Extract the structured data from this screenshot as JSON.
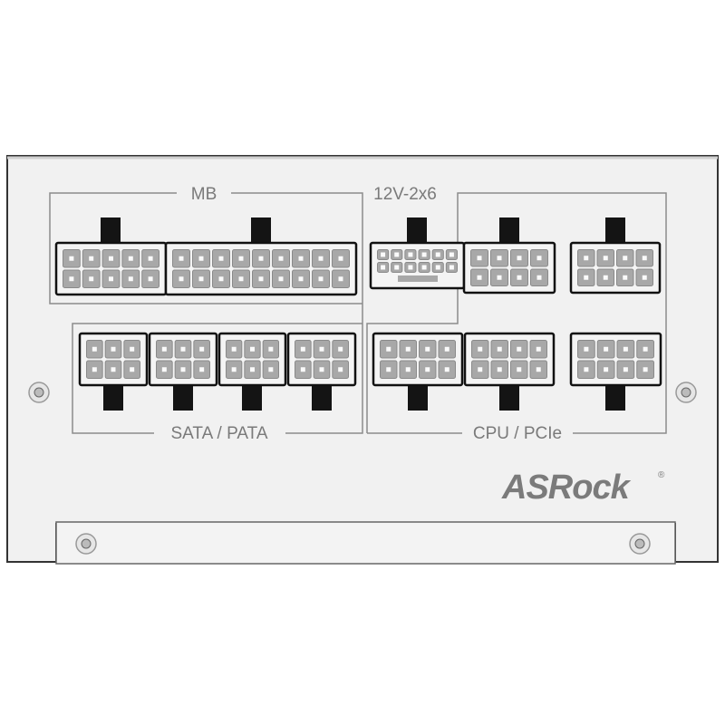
{
  "labels": {
    "mb": "MB",
    "gpu": "12V-2x6",
    "sata": "SATA / PATA",
    "cpu": "CPU / PCIe"
  },
  "brand": {
    "logo_text": "ASRock",
    "registered": "®"
  },
  "colors": {
    "panel": "#f1f1f1",
    "panel_edge": "#2a2a2a",
    "connector_body": "#f4f4f4",
    "pin": "#a8a8a8",
    "latch": "#141414",
    "outline": "#8c8c8c",
    "label": "#7a7a7a"
  }
}
